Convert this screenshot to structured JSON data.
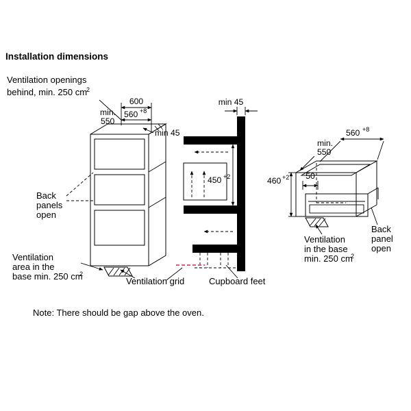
{
  "title": "Installation dimensions",
  "note": "Note: There should be gap above the oven.",
  "colors": {
    "line": "#000000",
    "red_dash": "#d95f72"
  },
  "left": {
    "vent_openings_l1": "Ventilation openings",
    "vent_openings_l2": "behind, min. 250 cm",
    "vent_openings_sup": "2",
    "dim_600": "600",
    "dim_min_label": "min.",
    "dim_550": "550",
    "dim_560": "560",
    "dim_560_sup": "+8",
    "dim_min45": "min 45",
    "back_panels_l1": "Back",
    "back_panels_l2": "panels",
    "back_panels_l3": "open",
    "vent_area_l1": "Ventilation",
    "vent_area_l2": "area in the",
    "vent_area_l3": "base min. 250 cm",
    "vent_area_sup": "2"
  },
  "middle": {
    "dim_min45": "min 45",
    "dim_450": "450",
    "dim_450_sup": "+2",
    "vent_grid_label": "Ventilation grid",
    "cupboard_feet_label": "Cupboard feet"
  },
  "right": {
    "dim_min_label": "min.",
    "dim_550": "550",
    "dim_560": "560",
    "dim_560_sup": "+8",
    "dim_460": "460",
    "dim_460_sup": "+2",
    "dim_50": "50",
    "vent_base_l1": "Ventilation",
    "vent_base_l2": "in the base",
    "vent_base_l3": "min. 250 cm",
    "vent_base_sup": "2",
    "back_panel_l1": "Back",
    "back_panel_l2": "panel",
    "back_panel_l3": "open"
  }
}
